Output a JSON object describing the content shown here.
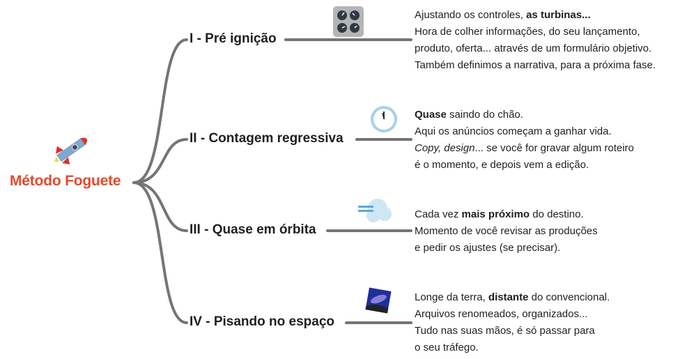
{
  "root": {
    "title": "Método Foguete",
    "icon": "rocket-icon"
  },
  "colors": {
    "root": "#e8472a",
    "links": "#757575",
    "text": "#1f1f1f"
  },
  "branches": [
    {
      "label": "I - Pré ignição",
      "icon": "control-knobs-icon",
      "lines": [
        {
          "pre": "Ajustando os controles, ",
          "bold": "as turbinas...",
          "post": ""
        },
        {
          "pre": "Hora de colher informações, do seu lançamento,",
          "bold": "",
          "post": ""
        },
        {
          "pre": "produto, oferta... através de um formulário objetivo.",
          "bold": "",
          "post": ""
        },
        {
          "pre": "Também definimos a narrativa, para a próxima fase.",
          "bold": "",
          "post": ""
        }
      ]
    },
    {
      "label": "II - Contagem regressiva",
      "icon": "clock-icon",
      "lines": [
        {
          "pre": "",
          "bold": "Quase",
          "post": " saindo do chão."
        },
        {
          "pre": "Aqui os anúncios começam a ganhar vida.",
          "bold": "",
          "post": ""
        },
        {
          "italic": "Copy, design",
          "pre": "",
          "bold": "",
          "post": "... se você for gravar algum roteiro"
        },
        {
          "pre": "é o momento, e depois vem a edição.",
          "bold": "",
          "post": ""
        }
      ]
    },
    {
      "label": "III - Quase em órbita",
      "icon": "wind-cloud-icon",
      "lines": [
        {
          "pre": "Cada vez ",
          "bold": "mais próximo",
          "post": " do destino."
        },
        {
          "pre": "Momento de você revisar as produções",
          "bold": "",
          "post": ""
        },
        {
          "pre": "e pedir os ajustes (se precisar).",
          "bold": "",
          "post": ""
        }
      ]
    },
    {
      "label": "IV - Pisando no espaço",
      "icon": "galaxy-icon",
      "lines": [
        {
          "pre": "Longe da terra, ",
          "bold": "distante",
          "post": " do convencional."
        },
        {
          "pre": "Arquivos renomeados, organizados...",
          "bold": "",
          "post": ""
        },
        {
          "pre": "Tudo nas suas mãos, é só passar para",
          "bold": "",
          "post": ""
        },
        {
          "pre": "o seu tráfego.",
          "bold": "",
          "post": ""
        }
      ]
    }
  ]
}
